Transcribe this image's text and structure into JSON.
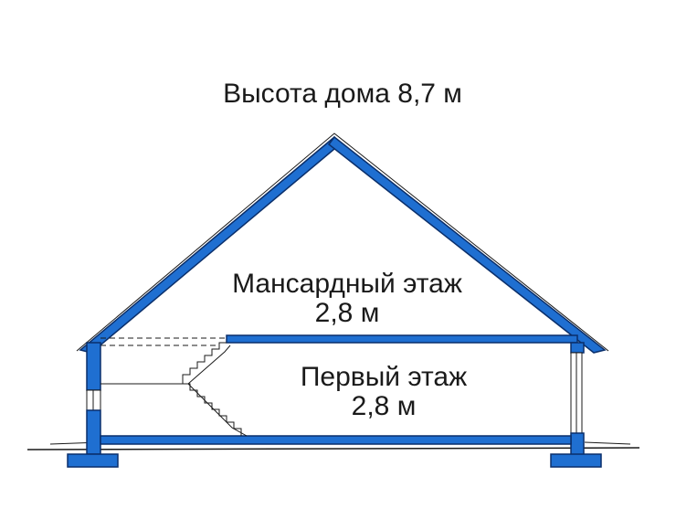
{
  "title": "Высота дома 8,7 м",
  "floors": [
    {
      "name": "Мансардный этаж",
      "height": "2,8 м"
    },
    {
      "name": "Первый этаж",
      "height": "2,8 м"
    }
  ],
  "colors": {
    "structure_fill": "#1f6fd1",
    "structure_outline": "#0a2f6b",
    "line": "#1a1a1a",
    "background": "#ffffff"
  }
}
